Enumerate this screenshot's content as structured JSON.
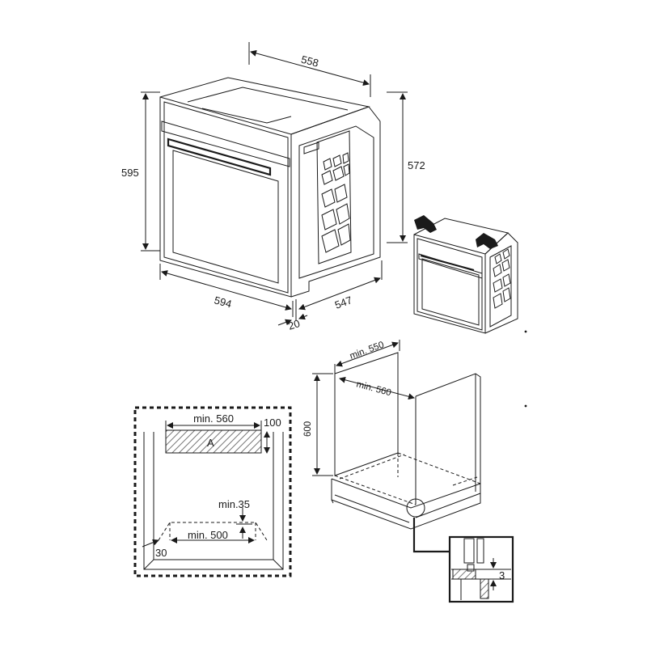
{
  "oven_dimensions": {
    "width": "558",
    "total_height": "595",
    "body_height": "572",
    "front_width": "594",
    "depth": "547",
    "front_thickness": "20"
  },
  "cabinet_dimensions": {
    "top_depth": "min. 550",
    "inner_depth": "min. 560",
    "height": "600"
  },
  "front_view_dimensions": {
    "width": "min. 560",
    "top_gap": "100",
    "vent_label": "A",
    "vent_height": "min.35",
    "bottom_width": "min. 500",
    "side_offset": "30"
  },
  "detail_dimensions": {
    "gap": "3"
  },
  "colors": {
    "line": "#1a1a1a",
    "hatch": "#777777"
  },
  "icons": {
    "hand_left": "lifting-hand-icon",
    "hand_right": "lifting-hand-icon"
  }
}
